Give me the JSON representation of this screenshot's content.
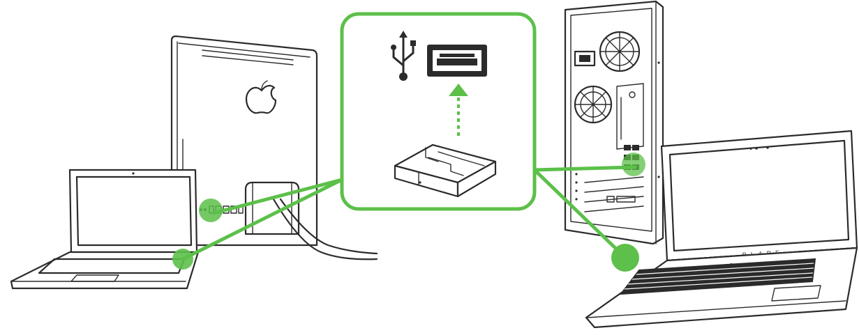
{
  "diagram": {
    "accent_color": "#5cc04a",
    "line_color": "#2b2b2b",
    "devices": [
      {
        "name": "imac-all-in-one",
        "icon": "apple-logo-icon"
      },
      {
        "name": "macbook-laptop",
        "icon": "laptop-icon"
      },
      {
        "name": "desktop-tower-pc",
        "icon": "tower-pc-icon"
      },
      {
        "name": "razer-blade-laptop",
        "icon": "laptop-icon",
        "brand_text": "BLADE"
      }
    ],
    "callout": {
      "icons": [
        "usb-symbol-icon",
        "usb-port-icon",
        "arrow-up-icon",
        "usb-dongle-icon"
      ]
    }
  }
}
